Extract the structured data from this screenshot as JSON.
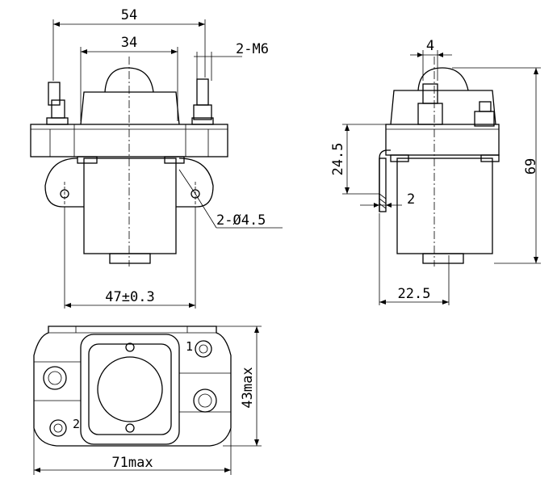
{
  "front_view": {
    "width_overall": "54",
    "width_inner": "34",
    "thread": "2-M6",
    "mount_hole_spacing": "47±0.3",
    "mount_hole_dia": "2-Ø4.5"
  },
  "side_view": {
    "terminal_width": "4",
    "height_overall": "69",
    "bracket_height": "24.5",
    "bracket_thickness": "2",
    "bracket_depth": "22.5"
  },
  "top_view": {
    "height_max": "43max",
    "width_max": "71max",
    "terminal_1": "1",
    "terminal_2": "2"
  }
}
